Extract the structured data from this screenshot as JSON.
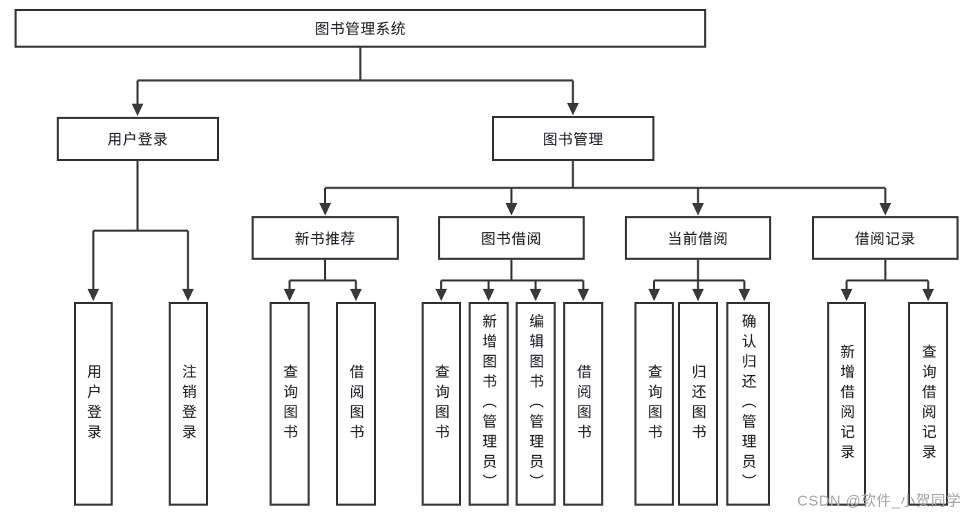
{
  "diagram": {
    "root": "图书管理系统",
    "level2": [
      "用户登录",
      "图书管理"
    ],
    "level3": [
      "新书推荐",
      "图书借阅",
      "当前借阅",
      "借阅记录"
    ],
    "leaves": {
      "user_login": [
        "用户登录",
        "注销登录"
      ],
      "new_book": [
        "查询图书",
        "借阅图书"
      ],
      "book_borrow": [
        "查询图书",
        "新增图书（管理员）",
        "编辑图书（管理员）",
        "借阅图书"
      ],
      "current_borrow": [
        "查询图书",
        "归还图书",
        "确认归还（管理员）"
      ],
      "borrow_record": [
        "新增借阅记录",
        "查询借阅记录"
      ]
    }
  },
  "watermark": "CSDN @软件_小贺同学",
  "colors": {
    "line": "#3a3a3a",
    "text": "#1f1f1f",
    "watermark": "#a5a5a5",
    "background": "#ffffff"
  }
}
